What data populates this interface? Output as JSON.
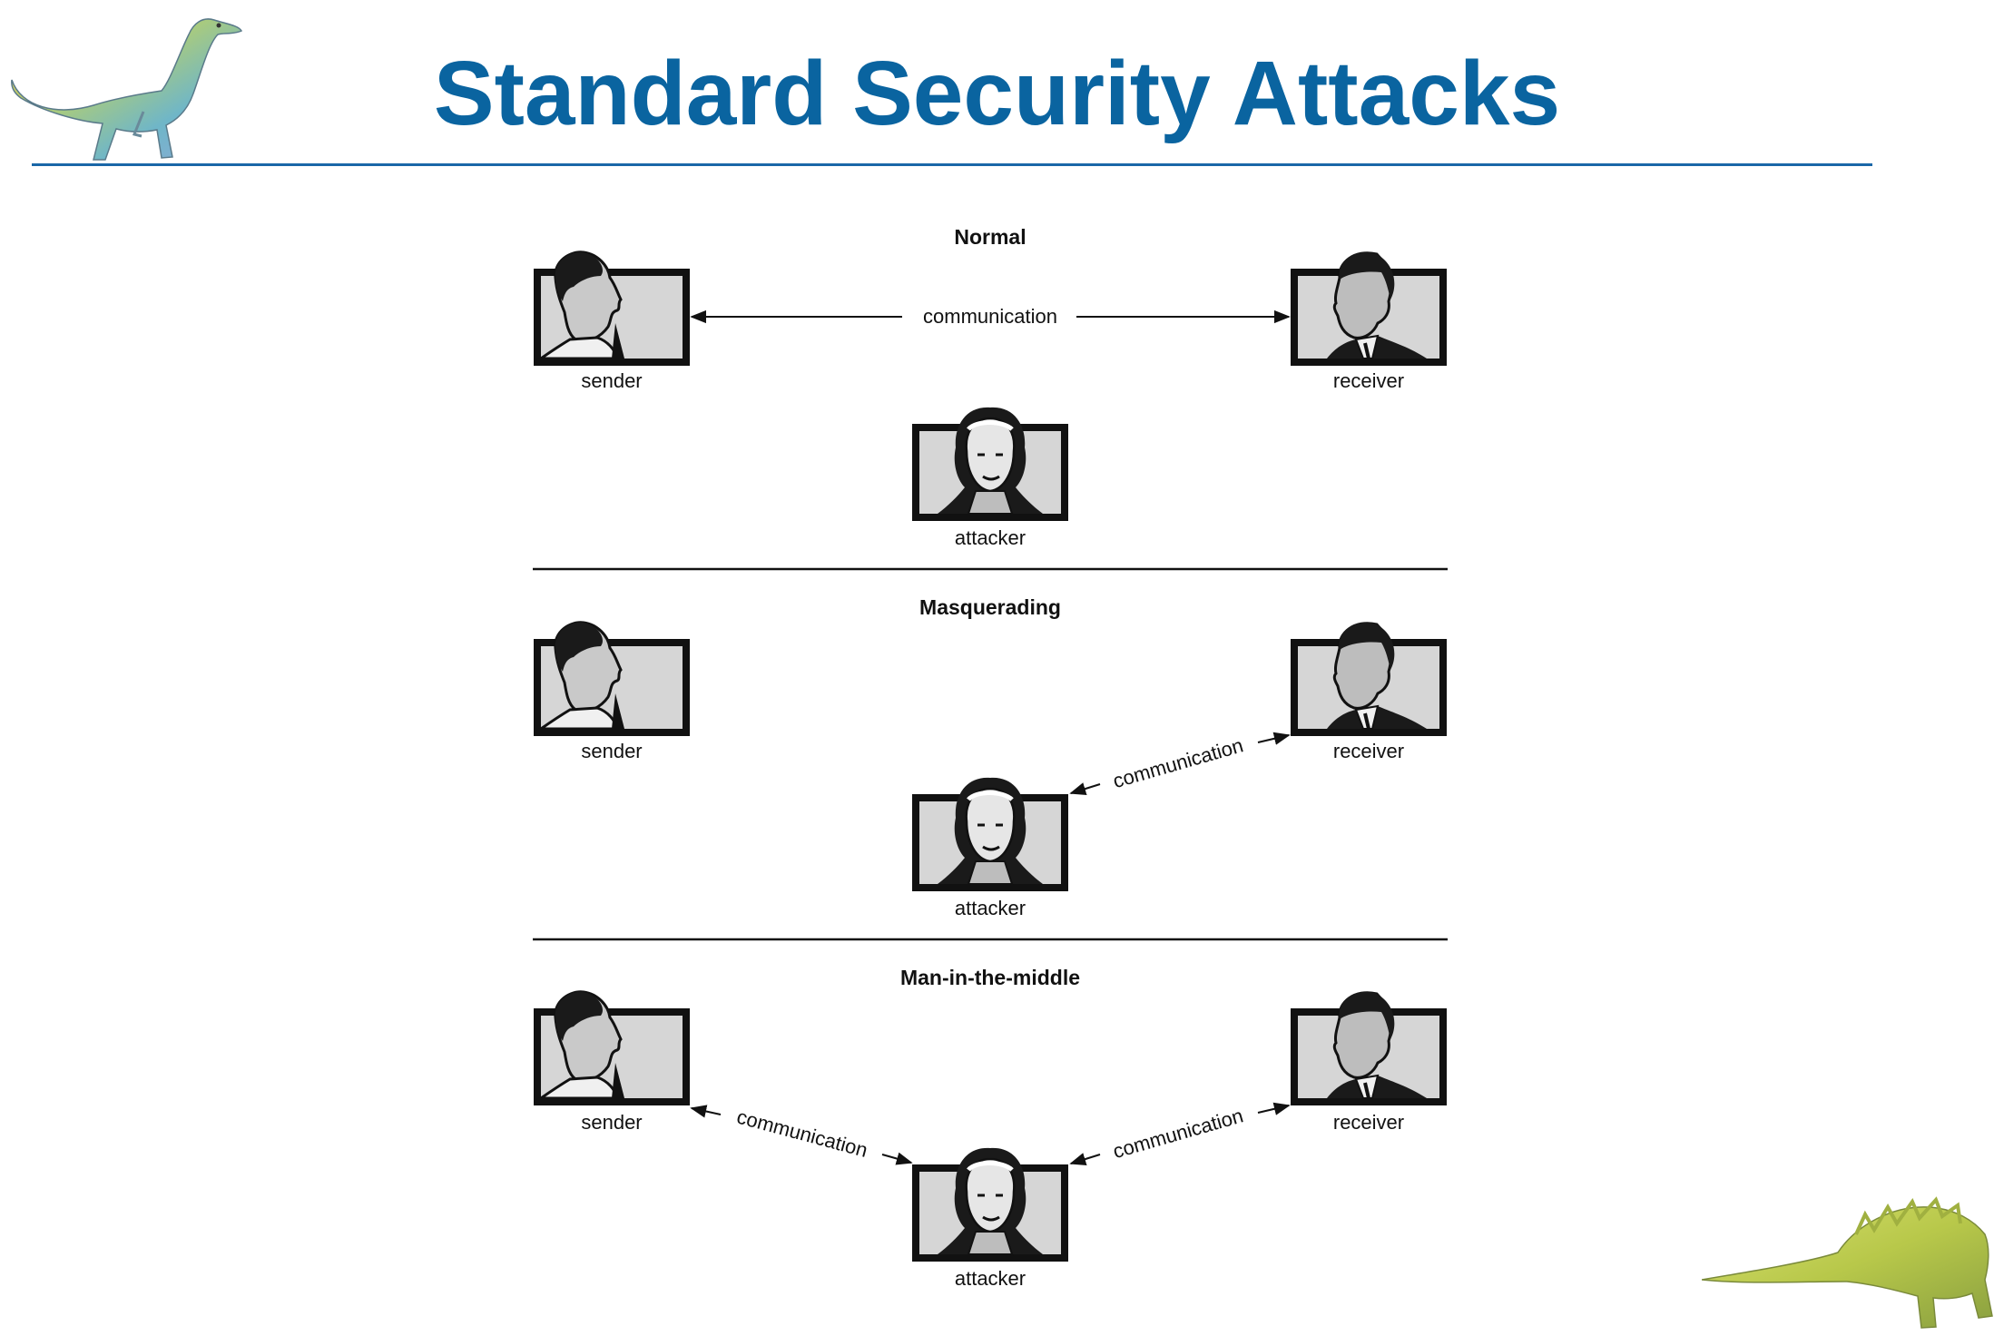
{
  "slide": {
    "title": "Standard Security Attacks",
    "title_color": "#0a64a0",
    "rule_color": "#1a67a8"
  },
  "panels": [
    {
      "heading": "Normal",
      "sender_label": "sender",
      "receiver_label": "receiver",
      "attacker_label": "attacker",
      "links": [
        {
          "from": "sender",
          "to": "receiver",
          "label": "communication"
        }
      ]
    },
    {
      "heading": "Masquerading",
      "sender_label": "sender",
      "receiver_label": "receiver",
      "attacker_label": "attacker",
      "links": [
        {
          "from": "attacker",
          "to": "receiver",
          "label": "communication"
        }
      ]
    },
    {
      "heading": "Man-in-the-middle",
      "sender_label": "sender",
      "receiver_label": "receiver",
      "attacker_label": "attacker",
      "links": [
        {
          "from": "sender",
          "to": "attacker",
          "label": "communication"
        },
        {
          "from": "attacker",
          "to": "receiver",
          "label": "communication"
        }
      ]
    }
  ],
  "icons": [
    "dinosaur-icon",
    "sender-portrait-icon",
    "receiver-portrait-icon",
    "attacker-portrait-icon",
    "stegosaurus-icon"
  ]
}
